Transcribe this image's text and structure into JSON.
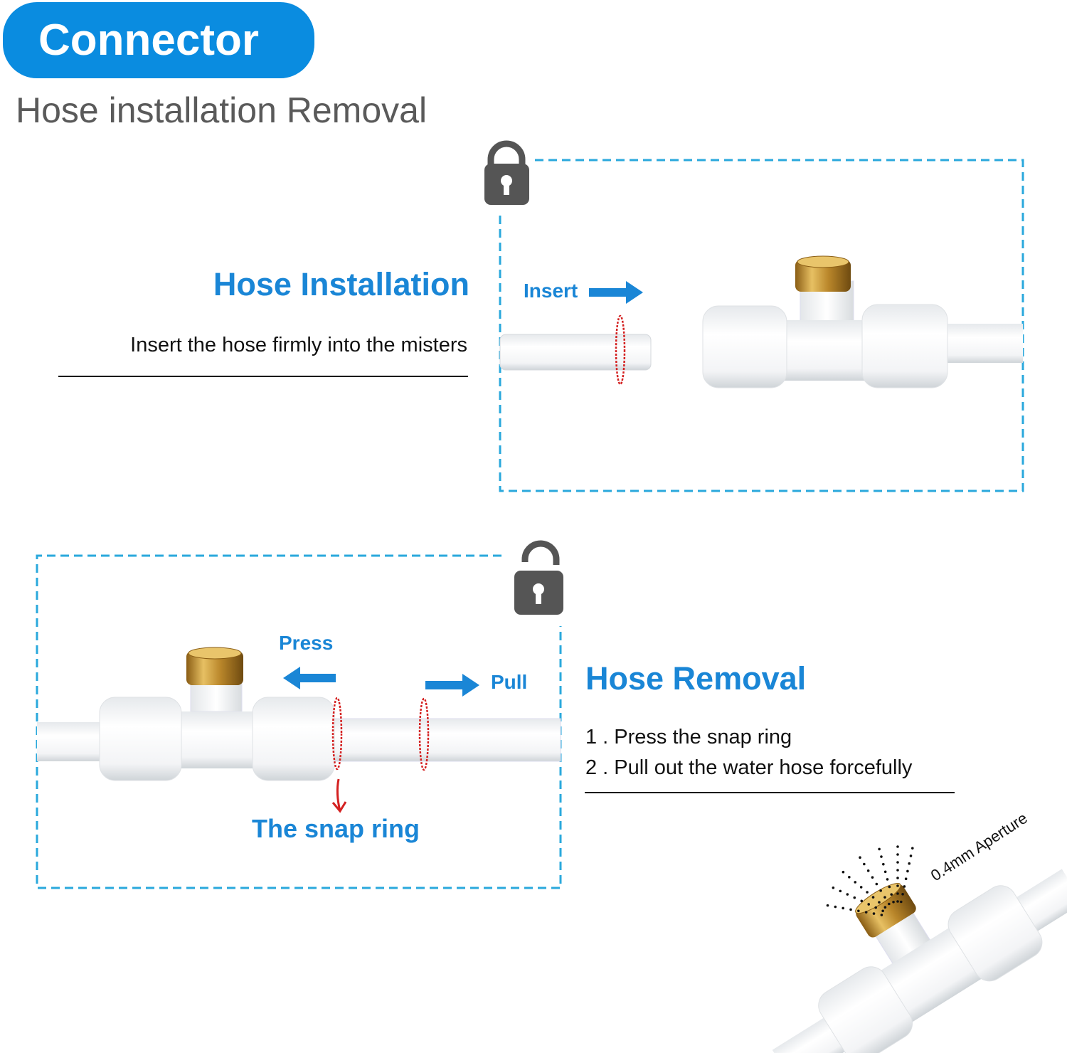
{
  "header": {
    "badge": "Connector",
    "subtitle": "Hose installation Removal"
  },
  "installation": {
    "title": "Hose Installation",
    "description": "Insert the hose firmly into the misters",
    "insert_label": "Insert",
    "lock_icon": "lock-closed-icon"
  },
  "removal": {
    "title": "Hose Removal",
    "steps": [
      "1 . Press the snap ring",
      "2 . Pull out the water hose forcefully"
    ],
    "press_label": "Press",
    "pull_label": "Pull",
    "snap_ring_label": "The snap ring",
    "lock_icon": "lock-open-icon"
  },
  "product": {
    "aperture_label": "0.4mm Aperture"
  },
  "colors": {
    "badge": "#0a8ce0",
    "heading_blue": "#1a86d6",
    "dashed_border": "#2aa8dc",
    "snap_ring_red": "#d42020",
    "brass": "#c9962c"
  }
}
